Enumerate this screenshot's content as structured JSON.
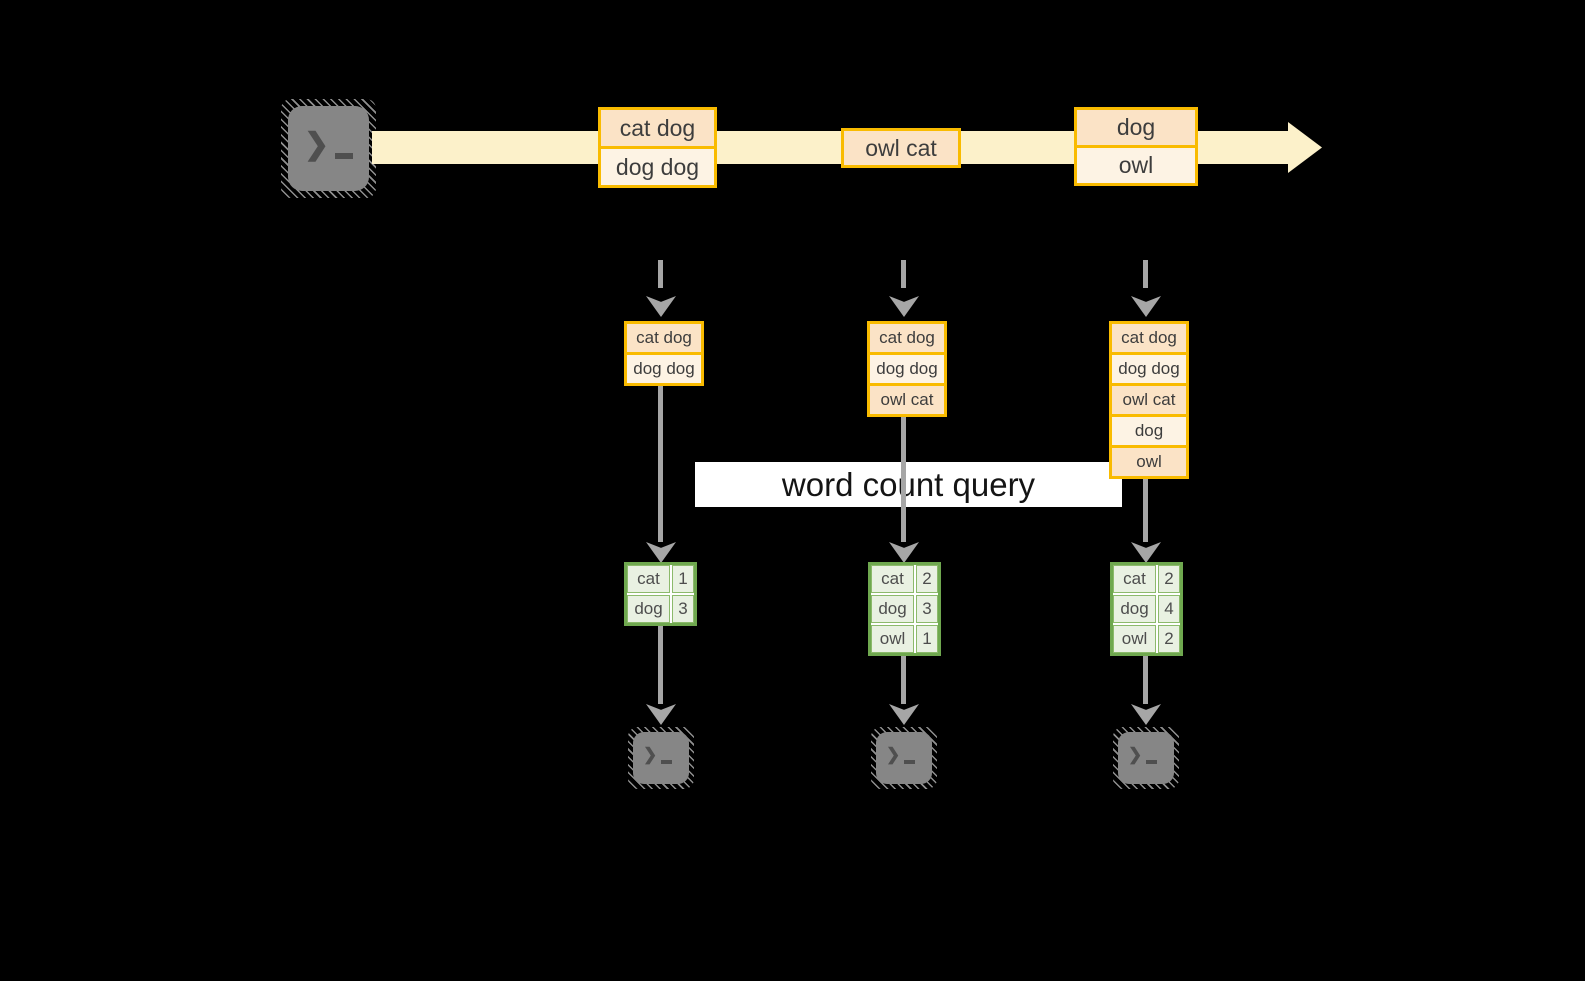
{
  "diagram": {
    "title_hint": "streaming word count",
    "query_label": "word count query",
    "source_icon": "terminal-icon",
    "sink_icon": "terminal-icon",
    "stream": {
      "batches": [
        {
          "rows": [
            "cat dog",
            "dog dog"
          ]
        },
        {
          "rows": [
            "owl cat"
          ]
        },
        {
          "rows": [
            "dog",
            "owl"
          ]
        }
      ]
    },
    "columns": [
      {
        "state_rows": [
          "cat dog",
          "dog dog"
        ],
        "counts": [
          [
            "cat",
            "1"
          ],
          [
            "dog",
            "3"
          ]
        ]
      },
      {
        "state_rows": [
          "cat dog",
          "dog dog",
          "owl cat"
        ],
        "counts": [
          [
            "cat",
            "2"
          ],
          [
            "dog",
            "3"
          ],
          [
            "owl",
            "1"
          ]
        ]
      },
      {
        "state_rows": [
          "cat dog",
          "dog dog",
          "owl cat",
          "dog",
          "owl"
        ],
        "counts": [
          [
            "cat",
            "2"
          ],
          [
            "dog",
            "4"
          ],
          [
            "owl",
            "2"
          ]
        ]
      }
    ],
    "colors": {
      "background": "#000000",
      "stream_band": "#FCF1CA",
      "box_border": "#F9BB00",
      "box_fill_dark": "#FBE3C6",
      "box_fill_light": "#FDF3E4",
      "table_border": "#6FA84F",
      "table_cell": "#E9F1E2",
      "arrow_gray": "#A6A6A6",
      "terminal_gray": "#868686",
      "label_band": "#FFFFFF"
    }
  }
}
